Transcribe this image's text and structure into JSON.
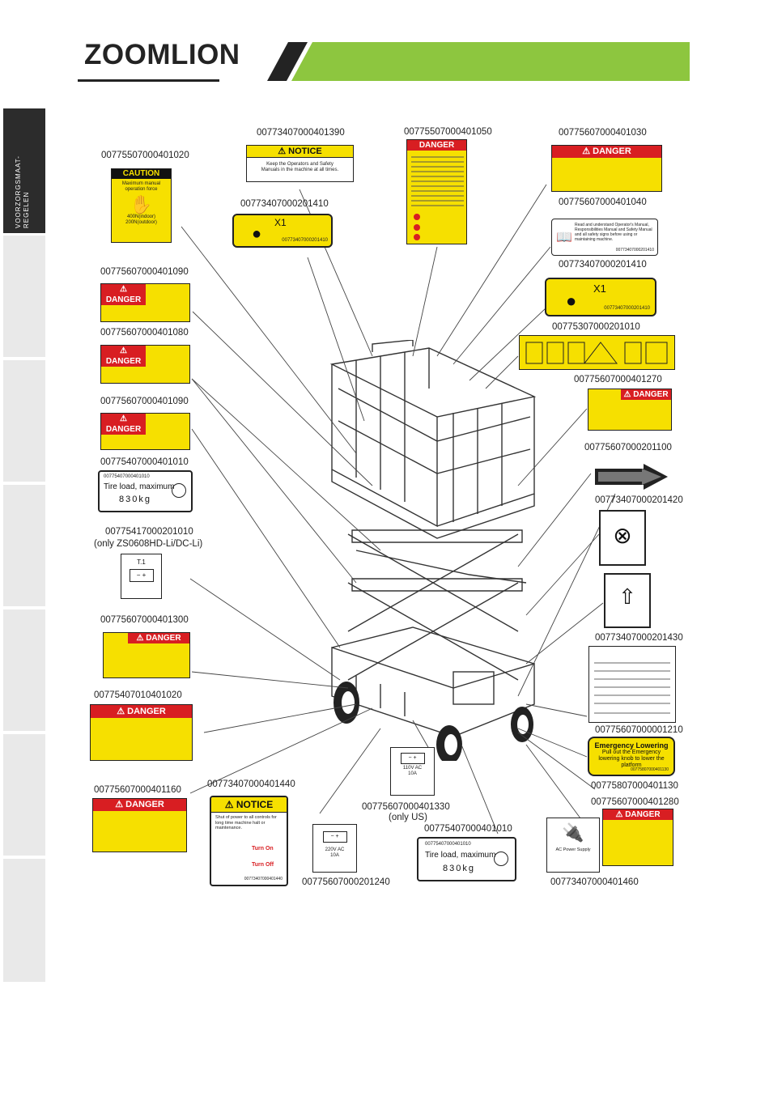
{
  "header": {
    "brand": "ZOOMLION",
    "accent_color": "#8dc63f",
    "dark_color": "#232323"
  },
  "side_tab": {
    "label": "VOORZORGSMAAT-REGELEN"
  },
  "labels": {
    "l1": "00775507000401020",
    "l2": "00773407000401390",
    "l3": "00775507000401050",
    "l4": "00775607000401030",
    "l5": "00773407000201410",
    "l6": "00775607000401040",
    "l7": "00773407000201410",
    "l8": "00775607000401090",
    "l9": "00775607000401080",
    "l10": "00775307000201010",
    "l11": "00775607000401270",
    "l12": "00775607000401090",
    "l13": "00775607000201100",
    "l14": "00775407000401010",
    "l15": "00773407000201420",
    "l16": "00775417000201010",
    "l16b": "(only ZS0608HD-Li/DC-Li)",
    "l17": "00775607000401300",
    "l18": "00773407000201430",
    "l19": "00775407010401020",
    "l20": "00775607000001210",
    "l21": "00775607000401160",
    "l22": "00773407000401440",
    "l23": "00775607000401330",
    "l23b": "(only US)",
    "l24": "00775807000401130",
    "l25": "00775607000401280",
    "l26": "00775407000401010",
    "l27": "00775607000201240",
    "l28": "00773407000401460"
  },
  "decals": {
    "caution": "CAUTION",
    "caution_text": "Maximum manual operation force",
    "caution_v1": "400N(indoor)",
    "caution_v2": "200N(outdoor)",
    "notice": "NOTICE",
    "notice_text1": "Keep the Operators and Safety",
    "notice_text2": "Manuals in the machine at all times.",
    "danger": "DANGER",
    "x1": "X1",
    "x1_code": "00773407000201410",
    "tire_code": "00775407000401010",
    "tire_text": "Tire load, maximum",
    "tire_value": "830kg",
    "tire2_code": "00775407000401010",
    "tire2_text": "Tire load, maximum",
    "tire2_value": "830kg",
    "battery1": "T.1",
    "volt110": "110V  AC",
    "amp10": "10A",
    "volt220": "220V   AC",
    "amp10b": "10A",
    "emergency_title": "Emergency Lowering",
    "emergency_text": "Pull out the Emergency lowering knob to lower the platform",
    "emergency_code": "00775807000401130",
    "notice2_text": "Shut of power to all controls for long time machine halt or maintenance.",
    "turn_on": "Turn On",
    "turn_off": "Turn Off",
    "notice2_code": "00773407000401440",
    "ac_power": "AC Power Supply",
    "manual_text": "Read and understand Operator's Manual, Responsibilities Manual and Safety Manual and all safety signs before using or maintaining machine.",
    "manual_code": "00773407000201410"
  }
}
